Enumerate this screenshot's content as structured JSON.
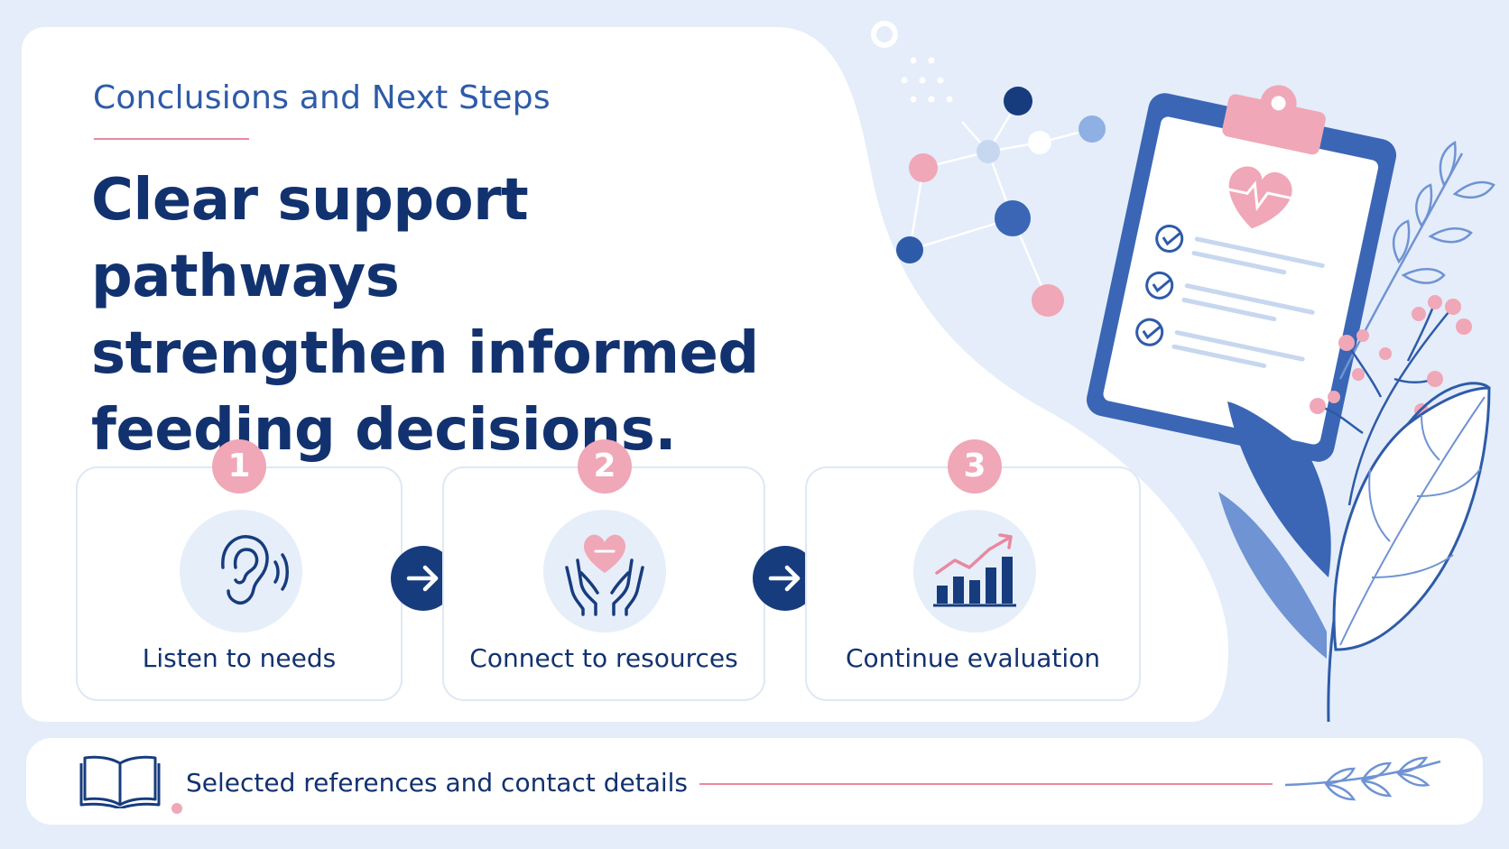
{
  "header": {
    "subtitle": "Conclusions and Next Steps",
    "headline_lines": [
      "Clear support pathways",
      "strengthen informed",
      "feeding decisions."
    ]
  },
  "steps": [
    {
      "number": "1",
      "label": "Listen to needs",
      "icon": "ear-icon"
    },
    {
      "number": "2",
      "label": "Connect to resources",
      "icon": "hands-heart-icon"
    },
    {
      "number": "3",
      "label": "Continue evaluation",
      "icon": "growth-chart-icon"
    }
  ],
  "footer": {
    "text": "Selected references and contact details",
    "icon": "open-book-icon"
  },
  "illustration": {
    "clipboard_icon": "clipboard-checklist-icon",
    "heart_icon": "heartbeat-heart-icon",
    "network_icon": "molecule-network-icon",
    "plant_icon": "leafy-plant-icon"
  },
  "colors": {
    "navy": "#12326f",
    "accent_blue": "#2e5ba8",
    "pink": "#f0a7b7",
    "background": "#e4edf9"
  }
}
